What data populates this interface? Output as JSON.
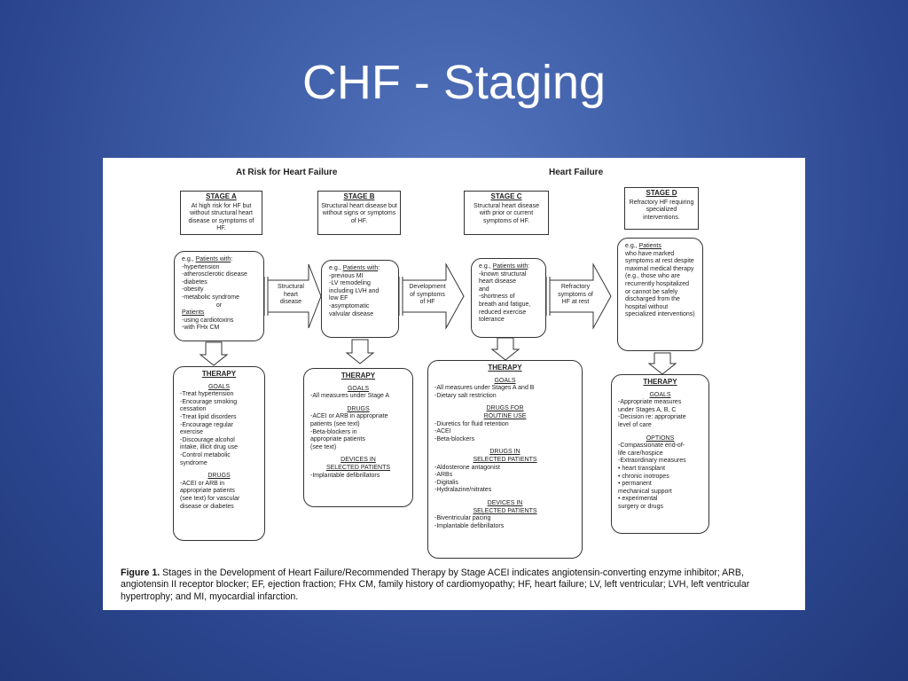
{
  "title": "CHF - Staging",
  "headers": {
    "at_risk": "At Risk for Heart Failure",
    "heart_failure": "Heart Failure"
  },
  "stages": {
    "a": {
      "name": "STAGE A",
      "desc": "At high risk for HF but without structural heart disease or symptoms of HF."
    },
    "b": {
      "name": "STAGE B",
      "desc": "Structural heart disease but without signs or symptoms of HF."
    },
    "c": {
      "name": "STAGE C",
      "desc": "Structural heart disease with prior or current symptoms of HF."
    },
    "d": {
      "name": "STAGE D",
      "desc": "Refractory HF requiring specialized interventions."
    }
  },
  "patients": {
    "a": {
      "prefix": "e.g., ",
      "label": "Patients with",
      "suffix": ":",
      "items": [
        "-hypertension",
        "-atherosclerotic disease",
        "-diabetes",
        "-obesity",
        "-metabolic syndrome"
      ],
      "or_text": "or",
      "label2": "Patients",
      "items2": [
        "-using cardiotoxins",
        "-with FHx CM"
      ]
    },
    "b": {
      "prefix": "e.g., ",
      "label": "Patients with",
      "suffix": ":",
      "items": [
        "-previous MI",
        "-LV remodeling",
        "  including LVH and",
        "  low EF",
        "-asymptomatic",
        "  valvular disease"
      ]
    },
    "c": {
      "prefix": "e.g., ",
      "label": "Patients with",
      "suffix": ":",
      "items": [
        "-known structural",
        "  heart disease",
        "        and",
        "-shortness of",
        "  breath and fatigue,",
        "  reduced exercise",
        "  tolerance"
      ]
    },
    "d": {
      "prefix": "e.g., ",
      "label": "Patients",
      "text": "who have marked symptoms at rest despite maximal medical therapy (e.g., those who are recurrently hospitalized or cannot be safely discharged from the hospital without specialized interventions)"
    }
  },
  "transitions": {
    "ab": "Structural\nheart\ndisease",
    "bc": "Development\nof symptoms\nof HF",
    "cd": "Refractory\nsymptoms of\nHF at rest"
  },
  "therapy": {
    "title": "THERAPY",
    "a": {
      "goals_title": "GOALS",
      "goals": [
        "-Treat hypertension",
        "-Encourage smoking\n  cessation",
        "-Treat lipid disorders",
        "-Encourage regular\n  exercise",
        "-Discourage alcohol\n  intake, illicit drug use",
        "-Control metabolic\n  syndrome"
      ],
      "drugs_title": "DRUGS",
      "drugs": [
        "-ACEI or ARB in\n  appropriate patients\n  (see text) for vascular\n  disease or diabetes"
      ]
    },
    "b": {
      "goals_title": "GOALS",
      "goals": [
        "-All measures under Stage A"
      ],
      "drugs_title": "DRUGS",
      "drugs": [
        "-ACEI or ARB in appropriate\n  patients (see text)",
        "-Beta-blockers in\n  appropriate patients\n  (see text)"
      ],
      "devices_title": "DEVICES IN\nSELECTED PATIENTS",
      "devices": [
        "-Implantable defibrillators"
      ]
    },
    "c": {
      "goals_title": "GOALS",
      "goals": [
        "-All measures under Stages A and B",
        "-Dietary salt restriction"
      ],
      "routine_title": "DRUGS FOR\nROUTINE USE",
      "routine": [
        "-Diuretics for fluid retention",
        "-ACEI",
        "-Beta-blockers"
      ],
      "selected_title": "DRUGS IN\nSELECTED PATIENTS",
      "selected": [
        "-Aldosterone antagonist",
        "-ARBs",
        "-Digitalis",
        "-Hydralazine/nitrates"
      ],
      "devices_title": "DEVICES IN\nSELECTED PATIENTS",
      "devices": [
        "-Biventricular pacing",
        "-Implantable defibrillators"
      ]
    },
    "d": {
      "goals_title": "GOALS",
      "goals": [
        "-Appropriate measures\n  under Stages A, B, C",
        "-Decision re: appropriate\n  level of care"
      ],
      "options_title": "OPTIONS",
      "options": [
        "-Compassionate end-of-\n  life care/hospice",
        "-Extraordinary measures",
        "  • heart transplant",
        "  • chronic inotropes",
        "  • permanent\n     mechanical support",
        "  • experimental\n     surgery or drugs"
      ]
    }
  },
  "caption": {
    "label": "Figure 1.",
    "text": " Stages in the Development of Heart Failure/Recommended Therapy by Stage ACEI indicates angiotensin-converting enzyme inhibitor; ARB, angiotensin II receptor blocker; EF, ejection fraction; FHx CM, family history of cardiomyopathy; HF, heart failure; LV, left ventricular; LVH, left ventricular hypertrophy; and MI, myocardial infarction."
  }
}
